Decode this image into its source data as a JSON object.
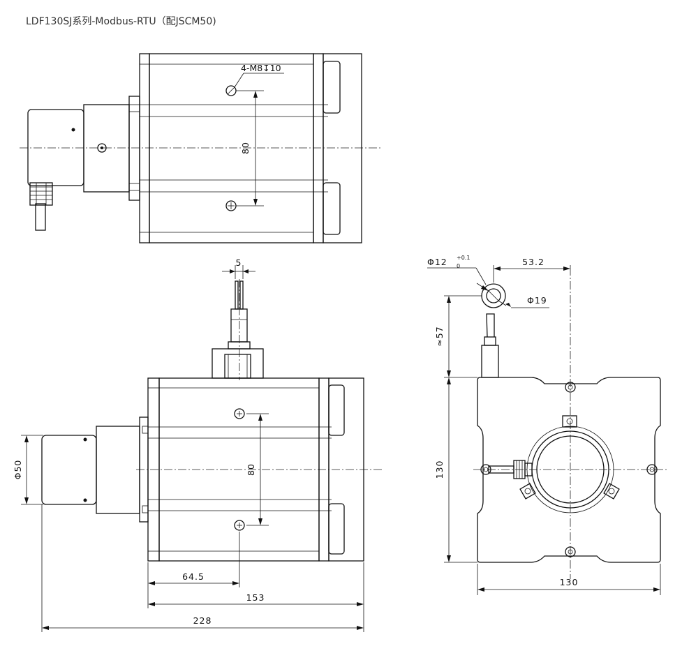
{
  "title": "LDF130SJ系列-Modbus-RTU（配JSCM50)",
  "top_view": {
    "hole_note": "4-M8↧10",
    "dim_spacing": "80"
  },
  "front_view": {
    "dim_cable_width": "5",
    "dim_spacing": "80",
    "dim_diameter": "Φ50",
    "dim_64": "64.5",
    "dim_153": "153",
    "dim_228": "228"
  },
  "side_view": {
    "eyelet_dia": "Φ12",
    "eyelet_tol_upper": "+0.1",
    "eyelet_tol_lower": "0",
    "dim_53": "53.2",
    "eyelet_outer": "Φ19",
    "dim_57": "≈57",
    "dim_height": "130",
    "dim_width": "130"
  }
}
